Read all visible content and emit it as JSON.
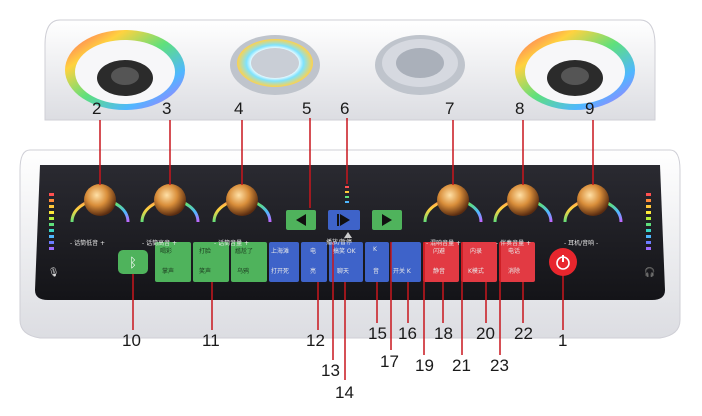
{
  "colors": {
    "accent_red": "#c8161d",
    "panel_dark": "#1c1c22",
    "shell_white": "#f1f1f3",
    "btn_green": "#4fb35c",
    "btn_blue": "#3e63c9",
    "btn_red": "#e23a43"
  },
  "icons": {
    "bluetooth": "bluetooth-icon",
    "power": "power-icon",
    "mic": "mic-icon",
    "headphone": "headphone-icon"
  },
  "knob_labels": [
    "- 话筒低音 +",
    "- 话筒高音 +",
    "- 话筒音量 +",
    "- 混响音量 +",
    "- 伴奏音量 +",
    "- 耳机/音响 -"
  ],
  "center_label": "播放/暂停",
  "button_labels": {
    "green_1_top": "喝彩",
    "green_1_bot": "掌声",
    "green_2_top": "打脸",
    "green_2_bot": "笑声",
    "green_3_top": "尴尬了",
    "green_3_bot": "乌鸦",
    "blue_1_top": "上海滩",
    "blue_1_bot": "打开死",
    "blue_2_top": "电",
    "blue_2_bot": "亮",
    "blue_3_top": "搞笑 OK",
    "blue_3_bot": "聊天",
    "blue_4_top": "K",
    "blue_4_bot": "音",
    "blue_5_bot": "开关 K",
    "red_1_top": "闪避",
    "red_1_bot": "静音",
    "red_2_top": "内录",
    "red_2_bot": "K模式",
    "red_3_top": "电话",
    "red_3_bot": "消除"
  },
  "callouts": [
    "1",
    "2",
    "3",
    "4",
    "5",
    "6",
    "7",
    "8",
    "9",
    "10",
    "11",
    "12",
    "13",
    "14",
    "15",
    "16",
    "17",
    "18",
    "19",
    "20",
    "21",
    "22",
    "23"
  ]
}
